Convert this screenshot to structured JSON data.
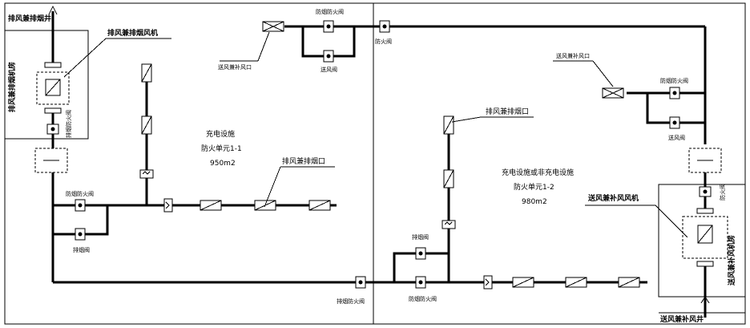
{
  "shaft_exhaust": "排风兼排烟井",
  "shaft_supply": "送风兼补风井",
  "room_exhaust": "排风兼排烟机房",
  "room_supply": "送风兼补风机房",
  "fan_exhaust": "排风兼排烟风机",
  "fan_supply": "送风兼补风风机",
  "unit1": {
    "line1": "充电设施",
    "line2": "防火单元1-1",
    "line3": "950m2"
  },
  "unit2": {
    "line1": "充电设施或非充电设施",
    "line2": "防火单元1-2",
    "line3": "980m2"
  },
  "labels": {
    "exhaust_outlet_1": "排风兼排烟口",
    "exhaust_outlet_2": "排风兼排烟口",
    "supply_outlet_1": "送风兼补风口",
    "supply_outlet_2": "送风兼补风口",
    "fire_damper_top": "防烟防火阀",
    "fire_damper_top_right": "防烟防火阀",
    "fire_damper_left": "防烟防火阀",
    "fire_damper_bottom": "防烟防火阀",
    "exhaust_smoke_fire_valve": "排烟防火阀",
    "exhaust_valve_left": "排烟阀",
    "exhaust_valve_right": "排烟阀",
    "air_valve_top": "送风阀",
    "air_valve_right": "送风阀",
    "fire_valve_center": "防火阀",
    "fire_valve_right": "防火阀",
    "exhaust_fire_valve_left": "排烟防火阀",
    "exhaust_fire_valve_bottom": "排烟防火阀"
  }
}
